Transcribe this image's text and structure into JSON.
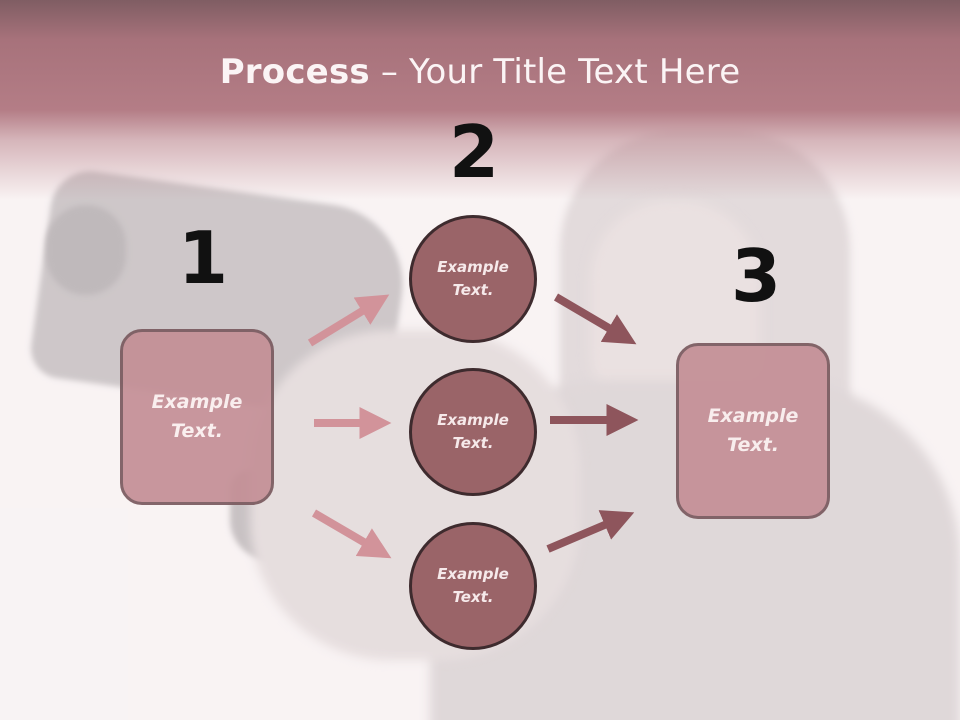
{
  "title": {
    "bold": "Process",
    "rest": " – Your Title Text Here"
  },
  "steps": {
    "n1": "1",
    "n2": "2",
    "n3": "3"
  },
  "boxes": {
    "left": {
      "line1": "Example",
      "line2": "Text."
    },
    "right": {
      "line1": "Example",
      "line2": "Text."
    }
  },
  "circles": [
    {
      "line1": "Example",
      "line2": "Text."
    },
    {
      "line1": "Example",
      "line2": "Text."
    },
    {
      "line1": "Example",
      "line2": "Text."
    }
  ],
  "colors": {
    "header": "#b47d86",
    "box_fill": "#c48f96",
    "circle_fill": "#9a6468",
    "arrow_left": "#d2939a",
    "arrow_right": "#8e555c"
  }
}
